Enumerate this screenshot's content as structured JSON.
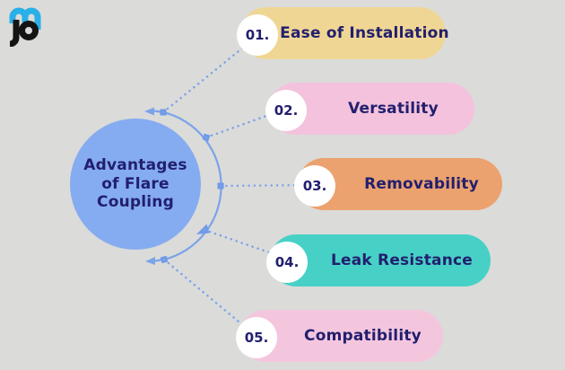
{
  "page": {
    "background_color": "#dbdbd9",
    "text_color": "#221f6e",
    "connector_color": "#7ba3e8"
  },
  "logo": {
    "name": "pm-monogram",
    "blue_color": "#29b0e8",
    "black_color": "#141414"
  },
  "center": {
    "title": "Advantages\nof Flare\nCoupling",
    "bg_color": "#85acf0"
  },
  "items": [
    {
      "number": "01.",
      "label": "Ease of Installation",
      "color": "#f0d694"
    },
    {
      "number": "02.",
      "label": "Versatility",
      "color": "#f4c2dc"
    },
    {
      "number": "03.",
      "label": "Removability",
      "color": "#eca26e"
    },
    {
      "number": "04.",
      "label": "Leak Resistance",
      "color": "#47d1c6"
    },
    {
      "number": "05.",
      "label": "Compatibility",
      "color": "#f4c6de"
    }
  ]
}
